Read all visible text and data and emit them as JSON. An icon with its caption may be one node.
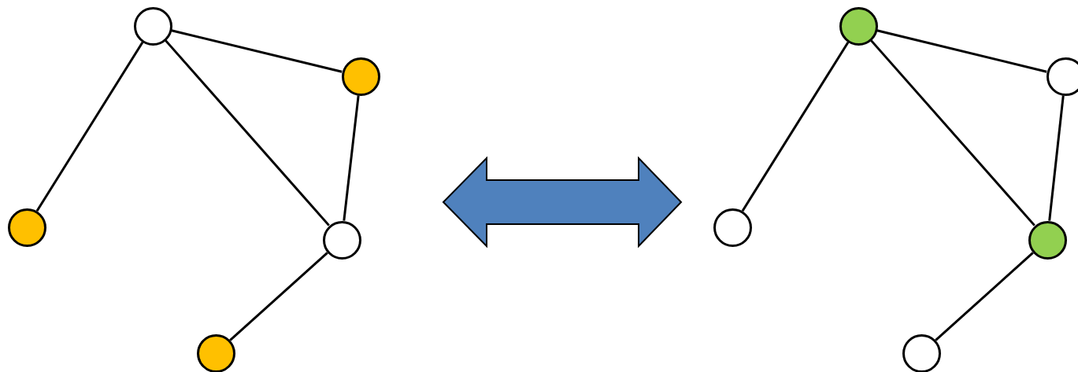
{
  "diagram": {
    "nodes": [
      {
        "text": [],
        "shape": "circle"
      },
      {
        "text": [],
        "shape": "circle"
      },
      {
        "text": [],
        "shape": "circle"
      },
      {
        "text": [],
        "shape": "circle"
      },
      {
        "text": [],
        "shape": "circle"
      },
      {
        "text": [],
        "shape": "arrow"
      },
      {
        "text": [],
        "shape": "circle"
      },
      {
        "text": [],
        "shape": "circle"
      },
      {
        "text": [],
        "shape": "circle"
      },
      {
        "text": [],
        "shape": "circle"
      },
      {
        "text": [],
        "shape": "circle"
      }
    ],
    "edges": [
      {
        "from": 0,
        "to": 1,
        "arrow": "none"
      },
      {
        "from": 0,
        "to": 2,
        "arrow": "none"
      },
      {
        "from": 0,
        "to": 3,
        "arrow": "none"
      },
      {
        "from": 1,
        "to": 3,
        "arrow": "none"
      },
      {
        "from": 3,
        "to": 4,
        "arrow": "none"
      },
      {
        "from": 6,
        "to": 7,
        "arrow": "none"
      },
      {
        "from": 6,
        "to": 8,
        "arrow": "none"
      },
      {
        "from": 6,
        "to": 9,
        "arrow": "none"
      },
      {
        "from": 7,
        "to": 9,
        "arrow": "none"
      },
      {
        "from": 9,
        "to": 10,
        "arrow": "none"
      }
    ]
  }
}
